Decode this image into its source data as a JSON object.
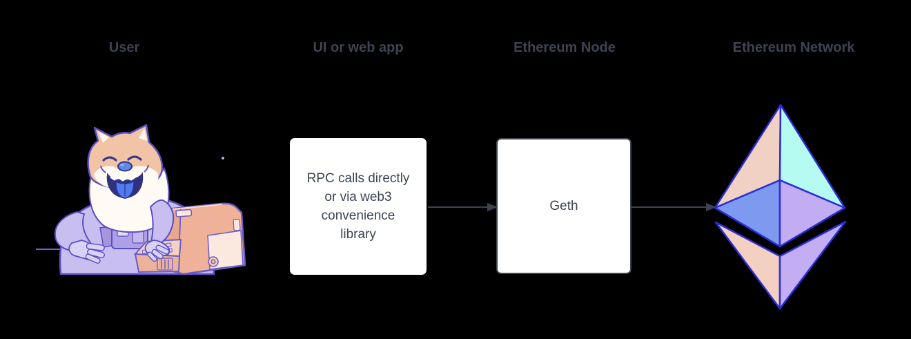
{
  "canvas": {
    "background": "#000000"
  },
  "columns": [
    {
      "header": "User"
    },
    {
      "header": "UI or web app"
    },
    {
      "header": "Ethereum Node"
    },
    {
      "header": "Ethereum Network"
    }
  ],
  "nodes": {
    "webapp_box": {
      "label": "RPC calls directly\nor via web3\nconvenience\nlibrary"
    },
    "node_box": {
      "label": "Geth"
    }
  },
  "connectors": {
    "color": "#3b4453"
  },
  "eth_logo": {
    "name": "ethereum-logo",
    "colors": {
      "outline": "#2b2ed6",
      "top_left": "#f1d1c3",
      "top_right": "#b5fbf2",
      "mid_left": "#7e9af0",
      "mid_right": "#c2adf3",
      "bottom_left": "#f3d0c1",
      "bottom_right": "#c3aef3"
    }
  },
  "illustration": {
    "name": "doge-astronaut-at-computer",
    "palette": {
      "outline": "#5a4fc0",
      "suit": "#c9bef0",
      "suit_shade": "#aea0e6",
      "glove": "#d9d2f4",
      "fur": "#f2c3a4",
      "muzzle": "#fffaf3",
      "tongue": "#4f7ce8",
      "mouth": "#31307c",
      "nose": "#5f86ea",
      "computer": "#f0b199",
      "computer_side": "#e9a88e",
      "computer_panel": "#fbe9e0",
      "keys": "#d9d0f4",
      "desk_line": "#6f64cf"
    }
  }
}
